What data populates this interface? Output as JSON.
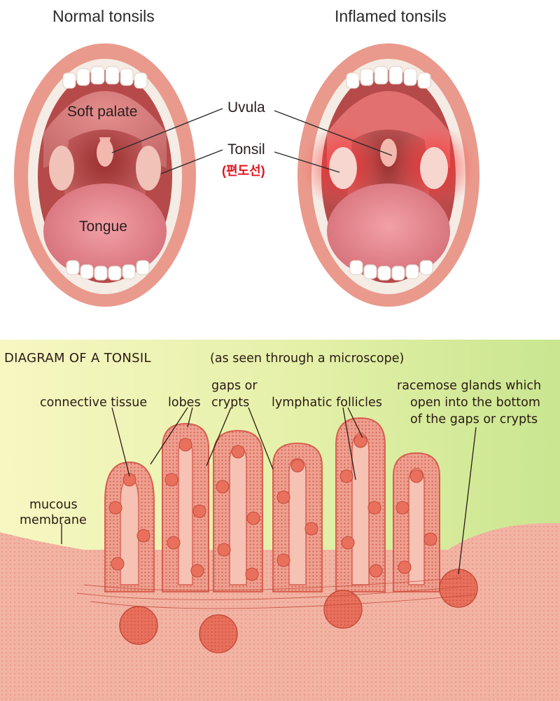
{
  "top": {
    "normal_title": "Normal tonsils",
    "inflamed_title": "Inflamed tonsils",
    "soft_palate": "Soft  palate",
    "tongue": "Tongue",
    "uvula": "Uvula",
    "tonsil": "Tonsil",
    "tonsil_korean": "(편도선)"
  },
  "micro": {
    "title": "DIAGRAM OF A TONSIL",
    "subtitle": "(as seen through a microscope)",
    "connective_tissue": "connective tissue",
    "lobes": "lobes",
    "gaps_or": "gaps or",
    "crypts": "crypts",
    "lymphatic_follicles": "lymphatic follicles",
    "racemose_1": "racemose glands which",
    "racemose_2": "open into the bottom",
    "racemose_3": "of the gaps or crypts",
    "mucous": "mucous",
    "membrane": "membrane"
  },
  "colors": {
    "lip": "#e99a8c",
    "throat": "#c45353",
    "inflamed_glow": "#ff3a3a",
    "tongue": "#e8838a",
    "bg_green": "#d9ec9a",
    "tissue": "#f2a594",
    "korean_red": "#e0141e"
  }
}
